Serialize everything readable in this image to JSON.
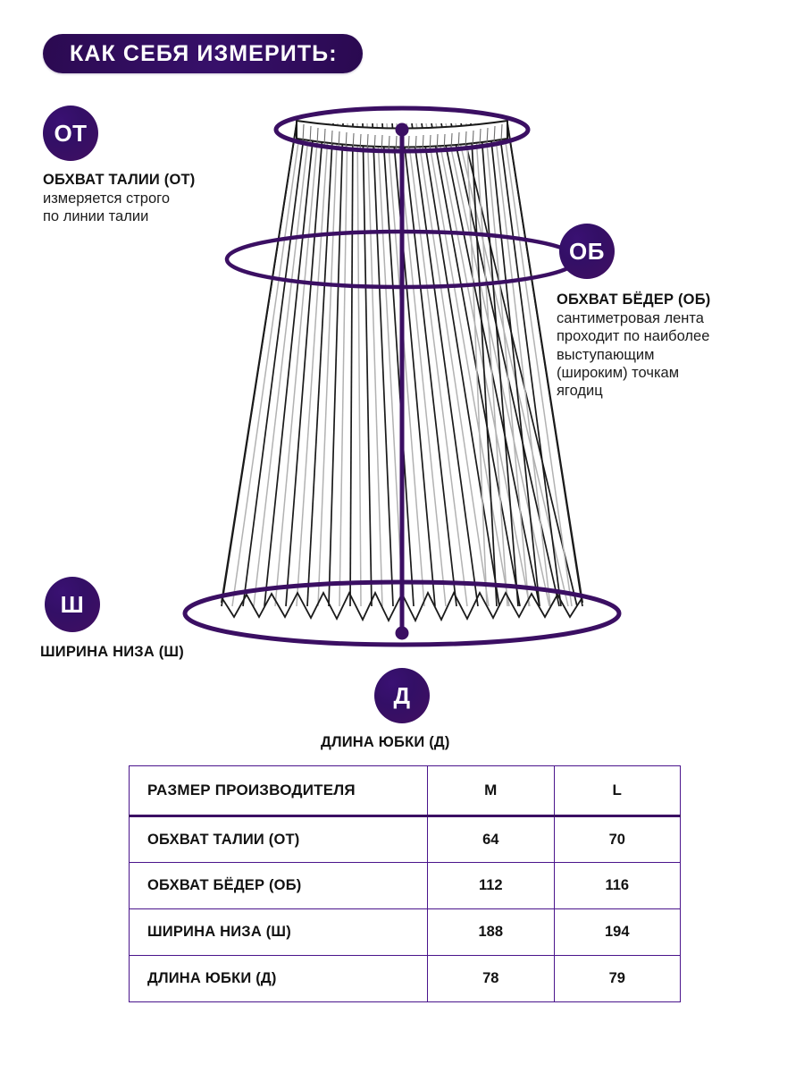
{
  "header": {
    "title": "КАК СЕБЯ ИЗМЕРИТЬ:"
  },
  "colors": {
    "badge_purple": "#3b0f63",
    "pill_purple": "#2b0a51",
    "table_border": "#4a148c",
    "ink": "#121212",
    "background": "#ffffff",
    "pleat_dark": "#1a1a1a",
    "pleat_light": "#b5b5b5"
  },
  "measurements": [
    {
      "key": "waist",
      "badge": "ОТ",
      "title": "ОБХВАТ ТАЛИИ (ОТ)",
      "desc": "измеряется строго\nпо линии талии"
    },
    {
      "key": "hips",
      "badge": "ОБ",
      "title": "ОБХВАТ БЁДЕР (ОБ)",
      "desc": "сантиметровая лента\nпроходит по наиболее\nвыступающим\n(широким) точкам\nягодиц"
    },
    {
      "key": "bottom_width",
      "badge": "Ш",
      "title": "ШИРИНА НИЗА (Ш)",
      "desc": ""
    },
    {
      "key": "length",
      "badge": "Д",
      "title": "ДЛИНА ЮБКИ (Д)",
      "desc": ""
    }
  ],
  "illustration": {
    "name": "pleated-skirt-diagram",
    "waist_ellipse": "waist-measure-ring",
    "hip_ellipse": "hip-measure-ring",
    "hem_ellipse": "hem-measure-ring",
    "center_line": "skirt-length-line"
  },
  "table": {
    "columns": [
      "РАЗМЕР ПРОИЗВОДИТЕЛЯ",
      "M",
      "L"
    ],
    "rows": [
      {
        "label": "ОБХВАТ ТАЛИИ (ОТ)",
        "m": "64",
        "l": "70"
      },
      {
        "label": "ОБХВАТ БЁДЕР (ОБ)",
        "m": "112",
        "l": "116"
      },
      {
        "label": "ШИРИНА НИЗА (Ш)",
        "m": "188",
        "l": "194"
      },
      {
        "label": "ДЛИНА ЮБКИ (Д)",
        "m": "78",
        "l": "79"
      }
    ]
  }
}
